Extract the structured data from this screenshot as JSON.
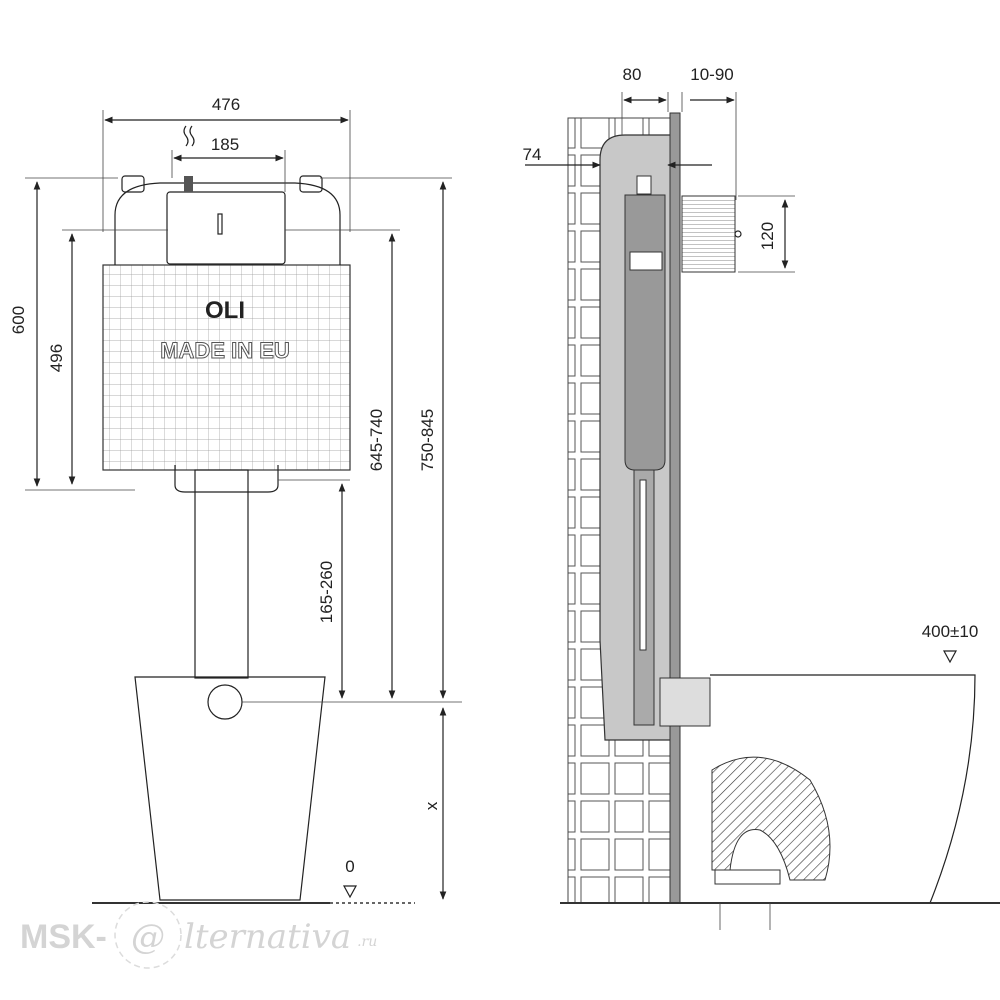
{
  "front_view": {
    "width_total": "476",
    "width_inlet": "185",
    "height_frame": "600",
    "height_tank": "496",
    "height_button": "645-740",
    "height_frame_total": "750-845",
    "height_outlet": "165-260",
    "height_bowl": "x",
    "floor_level": "0",
    "brand": "OLI",
    "made_in": "MADE IN EU"
  },
  "side_view": {
    "depth_frame": "80",
    "wall_thickness": "10-90",
    "depth_inner": "74",
    "button_height": "120",
    "seat_height": "400±10"
  },
  "watermark": {
    "prefix": "MSK-",
    "at": "@",
    "rest": "lternativa",
    "tld": ".ru"
  }
}
